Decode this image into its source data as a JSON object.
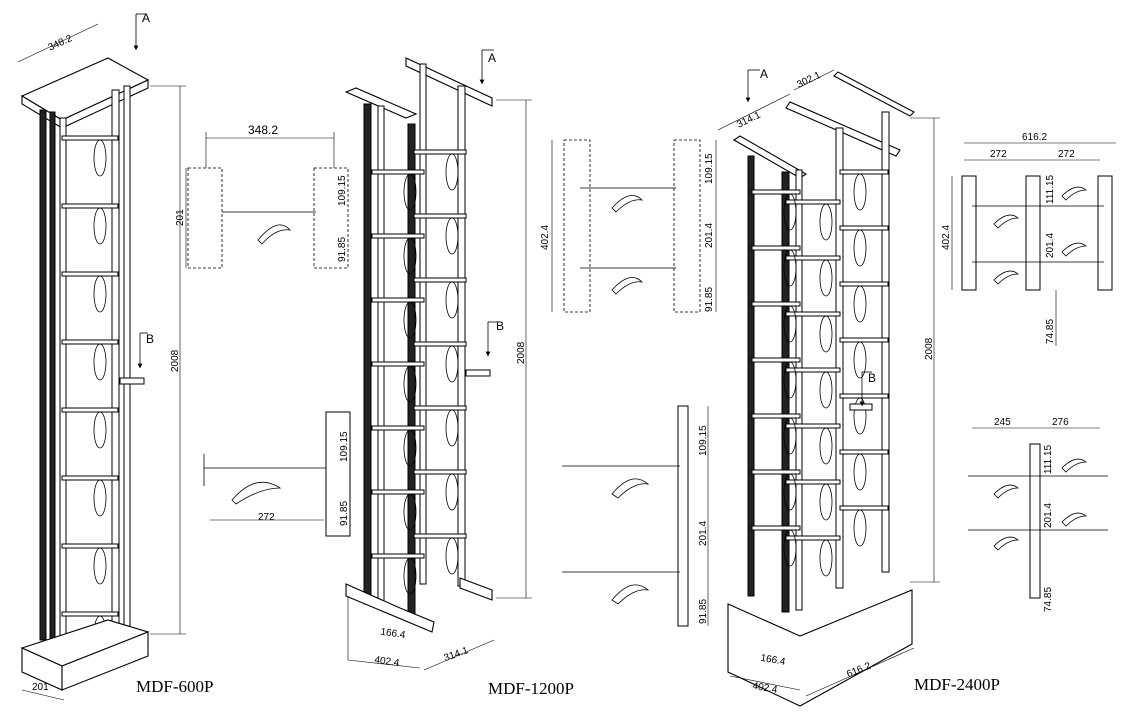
{
  "models": [
    "MDF-600P",
    "MDF-1200P",
    "MDF-2400P"
  ],
  "section_markers": {
    "a": "A",
    "b": "B"
  },
  "mdf600": {
    "top_width": "348.2",
    "height": "2008",
    "base_width": "201",
    "section_a": {
      "width": "348.2",
      "height": "201",
      "upper": "109.15",
      "lower": "91.85"
    },
    "section_b": {
      "upper": "109.15",
      "lower": "91.85",
      "width": "272"
    }
  },
  "mdf1200": {
    "height": "2008",
    "base_inner": "166.4",
    "base_width": "402.4",
    "base_depth": "314.1",
    "section_a": {
      "height": "402.4",
      "top": "109.15",
      "mid": "201.4",
      "bottom": "91.85"
    },
    "section_b": {
      "top": "109.15",
      "mid": "201.4",
      "bottom": "91.85"
    }
  },
  "mdf2400": {
    "top_width_left": "314.1",
    "top_width_right": "302.1",
    "height": "2008",
    "base_inner": "166.4",
    "base_width": "402.4",
    "base_depth": "616.2",
    "section_a": {
      "total": "616.2",
      "left": "272",
      "right": "272",
      "height": "402.4",
      "top": "111.15",
      "mid": "201.4",
      "bottom": "74.85"
    },
    "section_b": {
      "left": "245",
      "right": "276",
      "top": "111.15",
      "mid": "201.4",
      "bottom": "74.85"
    }
  }
}
